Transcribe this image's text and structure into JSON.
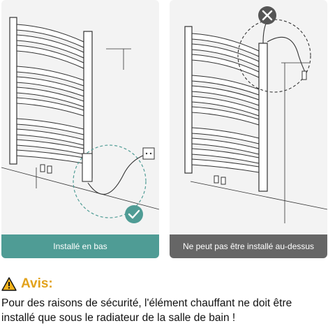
{
  "panels": {
    "left": {
      "caption": "Installé en bas",
      "status": "ok",
      "accent": "#4f9c95"
    },
    "right": {
      "caption": "Ne peut pas être installé au-dessus",
      "status": "not-allowed",
      "accent": "#666666"
    }
  },
  "warning": {
    "title": "Avis:",
    "icon": "warning-triangle-icon",
    "color": "#e2a21c",
    "text": "Pour des raisons de sécurité, l'élément chauffant ne doit être installé que sous le radiateur de la salle de bain !"
  }
}
